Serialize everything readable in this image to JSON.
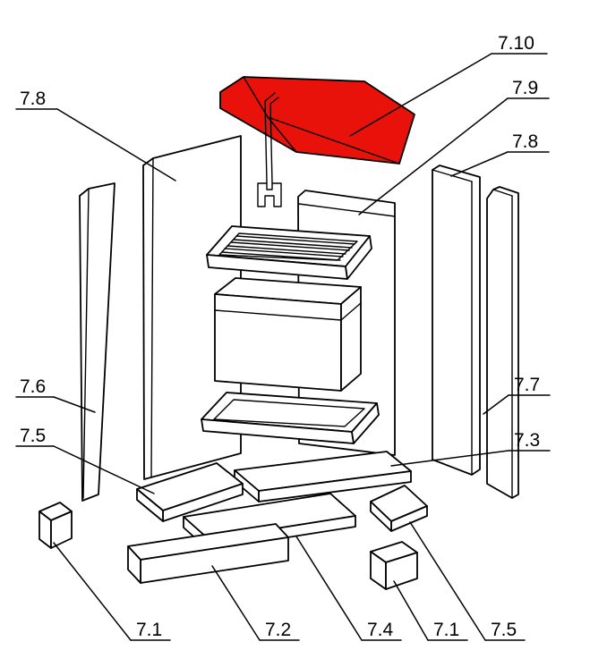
{
  "colors": {
    "background": "#ffffff",
    "line": "#000000",
    "highlight": "#e8120b"
  },
  "labels": [
    {
      "id": "label-7-10",
      "text": "7.10"
    },
    {
      "id": "label-7-9",
      "text": "7.9"
    },
    {
      "id": "label-7-8-right",
      "text": "7.8"
    },
    {
      "id": "label-7-8-left",
      "text": "7.8"
    },
    {
      "id": "label-7-6",
      "text": "7.6"
    },
    {
      "id": "label-7-5-left",
      "text": "7.5"
    },
    {
      "id": "label-7-7",
      "text": "7.7"
    },
    {
      "id": "label-7-3",
      "text": "7.3"
    },
    {
      "id": "label-7-1-left",
      "text": "7.1"
    },
    {
      "id": "label-7-2",
      "text": "7.2"
    },
    {
      "id": "label-7-4",
      "text": "7.4"
    },
    {
      "id": "label-7-1-right",
      "text": "7.1"
    },
    {
      "id": "label-7-5-right",
      "text": "7.5"
    }
  ]
}
